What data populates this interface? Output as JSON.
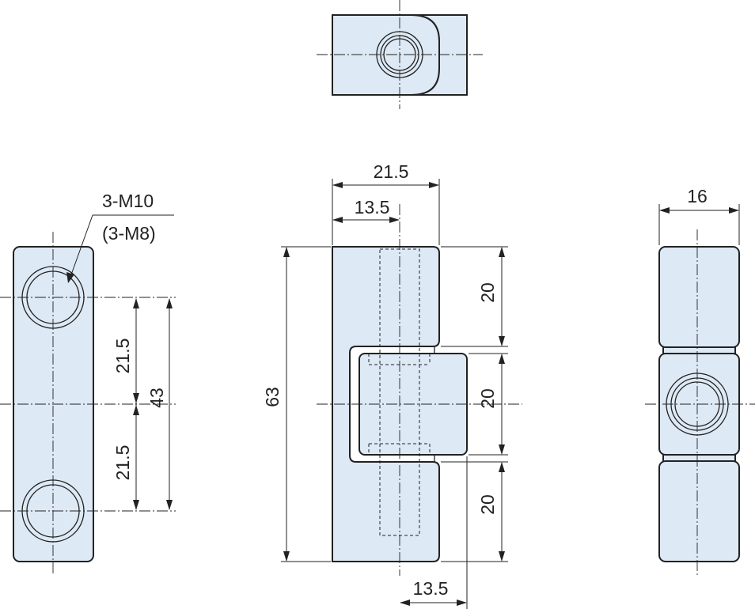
{
  "colors": {
    "part_fill": "#dde9f5",
    "line": "#222222"
  },
  "front_view": {
    "callout_thread": "3-M10",
    "callout_thread_alt": "(3-M8)",
    "dim_upper_pitch": "21.5",
    "dim_lower_pitch": "21.5",
    "dim_total_pitch": "43"
  },
  "side_view": {
    "dim_width_outer": "21.5",
    "dim_width_axis": "13.5",
    "dim_height_total": "63",
    "dim_knuckle_top": "20",
    "dim_knuckle_mid": "20",
    "dim_knuckle_bottom": "20",
    "dim_width_bottom": "13.5"
  },
  "right_view": {
    "dim_width": "16"
  }
}
